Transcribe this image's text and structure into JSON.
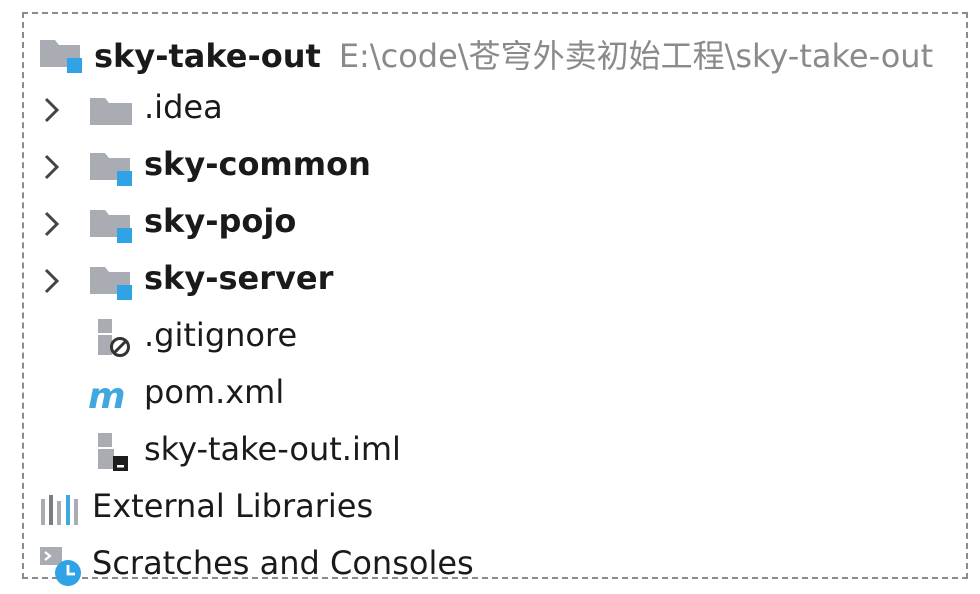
{
  "project": {
    "name": "sky-take-out",
    "path": "E:\\code\\苍穹外卖初始工程\\sky-take-out"
  },
  "items": [
    {
      "label": ".idea"
    },
    {
      "label": "sky-common"
    },
    {
      "label": "sky-pojo"
    },
    {
      "label": "sky-server"
    },
    {
      "label": ".gitignore"
    },
    {
      "label": "pom.xml"
    },
    {
      "label": "sky-take-out.iml"
    },
    {
      "label": "External Libraries"
    },
    {
      "label": "Scratches and Consoles"
    }
  ],
  "colors": {
    "folder": "#a9adb3",
    "module_badge": "#2fa3e6",
    "maven": "#40a8df",
    "text": "#1a1a1a",
    "path": "#8a8a8a"
  },
  "icons": [
    "module-folder-icon",
    "folder-icon",
    "chevron-right-icon",
    "ignore-file-icon",
    "maven-icon",
    "iml-file-icon",
    "libraries-icon",
    "scratches-icon"
  ]
}
